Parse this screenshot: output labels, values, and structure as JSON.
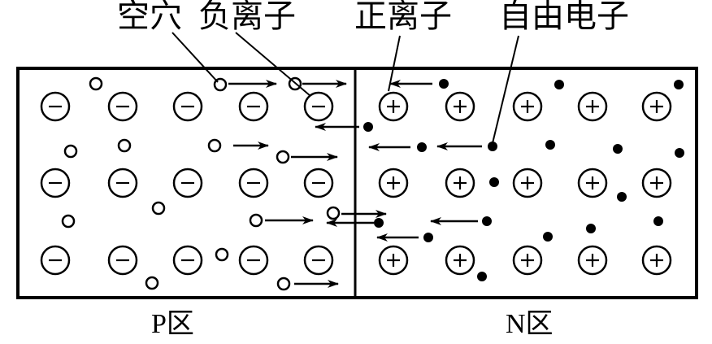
{
  "labels": {
    "hole": "空穴",
    "negative_ion": "负离子",
    "positive_ion": "正离子",
    "free_electron": "自由电子"
  },
  "regions": {
    "p": "P区",
    "n": "N区"
  },
  "ion_symbols": {
    "negative": "−",
    "positive": "+"
  },
  "colors": {
    "stroke": "#000000",
    "background": "#ffffff"
  }
}
